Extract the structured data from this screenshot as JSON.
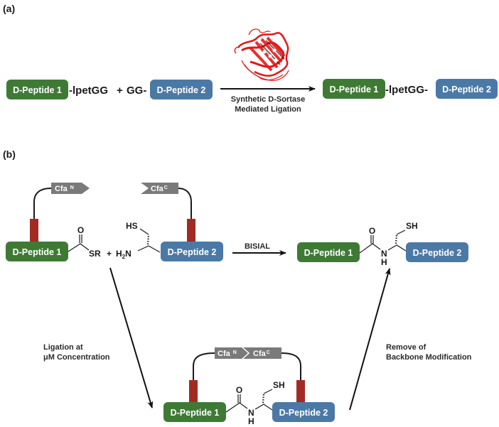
{
  "colors": {
    "peptide1": "#3f7a35",
    "peptide2": "#4b79a6",
    "tag": "#a32a24",
    "cfa": "#7a7a7a",
    "protein": "#e0191b"
  },
  "panel_a": {
    "label": "(a)",
    "reactant": {
      "peptide1": "D-Peptide 1",
      "motif": "-lpetGG",
      "plus": "+",
      "gg": "GG-",
      "peptide2": "D-Peptide 2"
    },
    "enzyme_icon": "protein-ribbon-structure",
    "arrow_caption_line1": "Synthetic D-Sortase",
    "arrow_caption_line2": "Mediated Ligation",
    "product": {
      "peptide1": "D-Peptide 1",
      "linker": "-lpetGG-",
      "peptide2": "D-Peptide 2"
    }
  },
  "panel_b": {
    "label": "(b)",
    "reactant1": {
      "peptide": "D-Peptide 1",
      "cfa": "Cfa",
      "cfa_sup": "N",
      "carbonyl_o": "O",
      "thioester": "SR"
    },
    "plus": "+",
    "reactant2": {
      "peptide": "D-Peptide 2",
      "cfa": "Cfa",
      "cfa_sup": "C",
      "thiol": "HS",
      "amine": "H",
      "amine_sub": "2",
      "amine_n": "N"
    },
    "top_arrow_label": "BISIAL",
    "product": {
      "peptide1": "D-Peptide 1",
      "peptide2": "D-Peptide 2",
      "o": "O",
      "n": "N",
      "h": "H",
      "sh": "SH"
    },
    "left_arrow_line1": "Ligation at",
    "left_arrow_line2": "μM Concentration",
    "right_arrow_line1": "Remove of",
    "right_arrow_line2": "Backbone Modification",
    "intermediate": {
      "peptide1": "D-Peptide 1",
      "peptide2": "D-Peptide 2",
      "cfa_n": "Cfa",
      "cfa_n_sup": "N",
      "cfa_c": "Cfa",
      "cfa_c_sup": "C",
      "o": "O",
      "n": "N",
      "h": "H",
      "sh": "SH"
    }
  }
}
